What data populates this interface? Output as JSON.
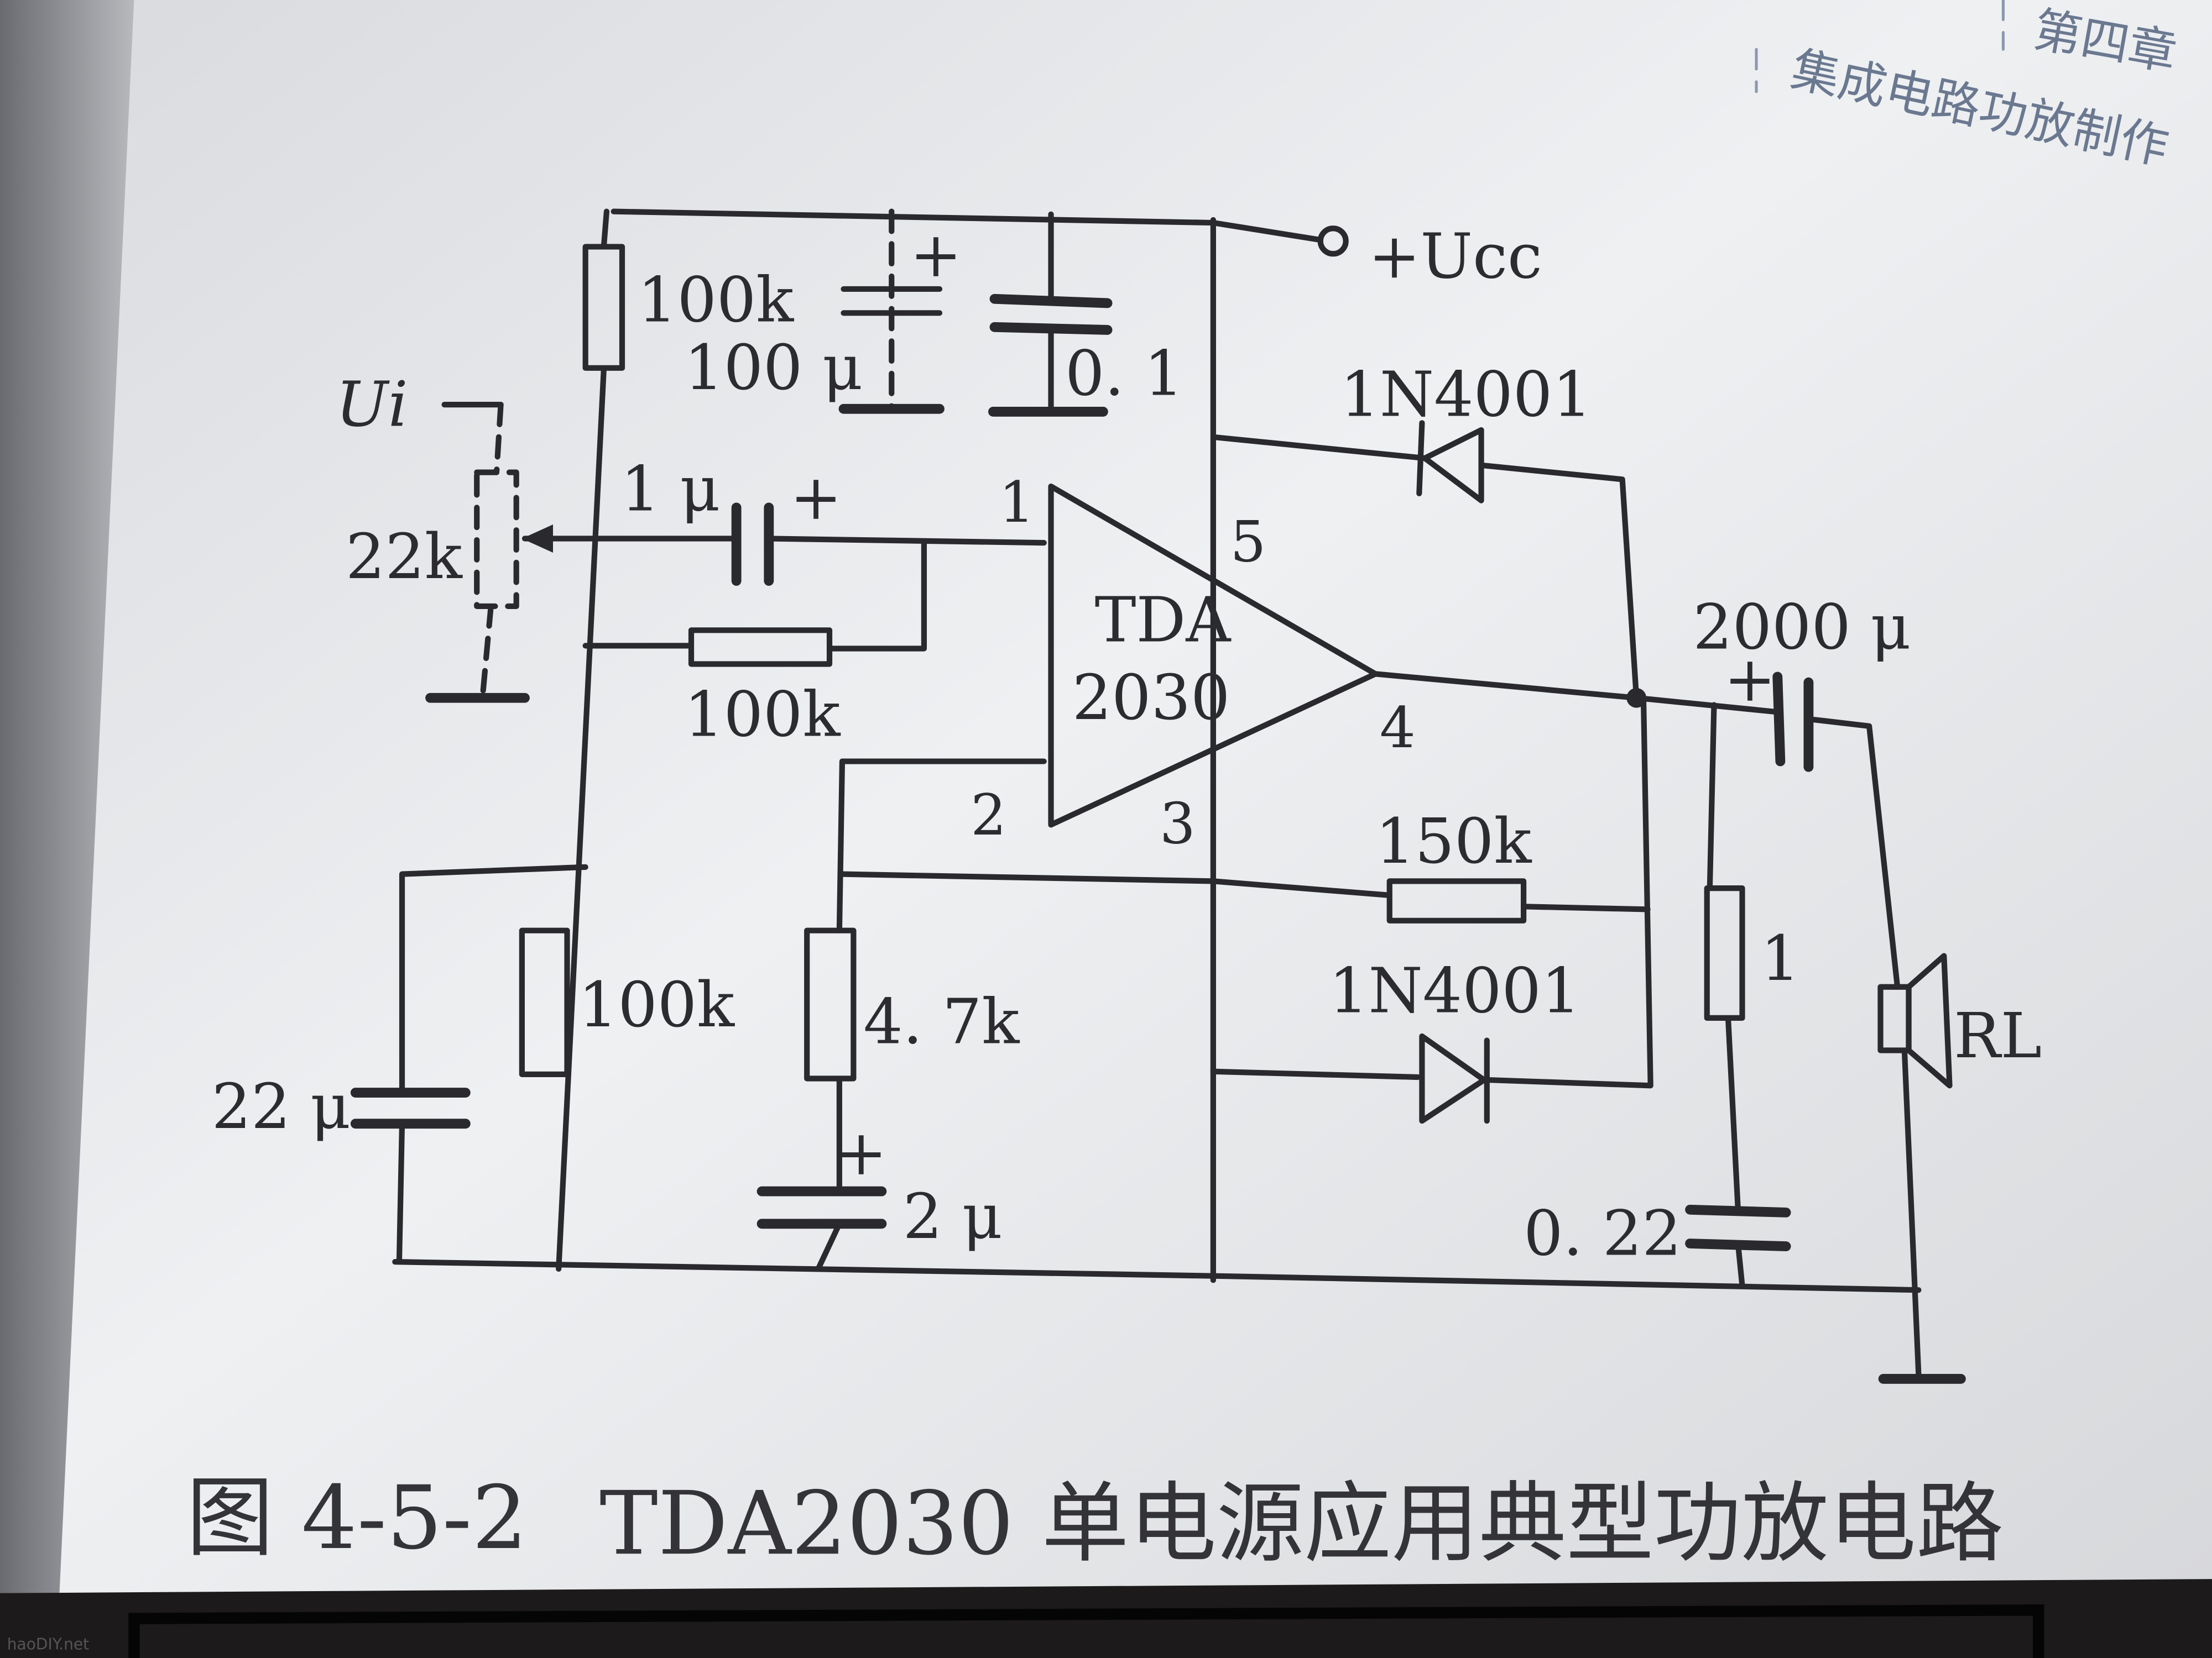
{
  "header": {
    "chapter": "第四章",
    "section": "集成电路功放制作"
  },
  "diagram": {
    "supply_label": "+Ucc",
    "input_label": "Ui",
    "ic": {
      "line1": "TDA",
      "line2": "2030"
    },
    "pins": {
      "p1": "1",
      "p2": "2",
      "p3": "3",
      "p4": "4",
      "p5": "5"
    },
    "components": {
      "r_bias_top": "100k",
      "c_supply_elec": "100 μ",
      "c_supply_ceramic": "0. 1",
      "pot": "22k",
      "c_input": "1 μ",
      "r_input": "100k",
      "r_bias_bottom": "100k",
      "c_bias": "22 μ",
      "r_feedback_ground": "4. 7k",
      "c_feedback": "2 μ",
      "r_feedback": "150k",
      "diode_top": "1N4001",
      "diode_bottom": "1N4001",
      "c_output": "2000 μ",
      "r_zobel": "1",
      "c_zobel": "0. 22",
      "load": "RL"
    },
    "plus_sign": "+"
  },
  "caption": {
    "figure_no": "图 4-5-2",
    "title": "TDA2030 单电源应用典型功放电路"
  },
  "watermark": "haoDIY.net"
}
